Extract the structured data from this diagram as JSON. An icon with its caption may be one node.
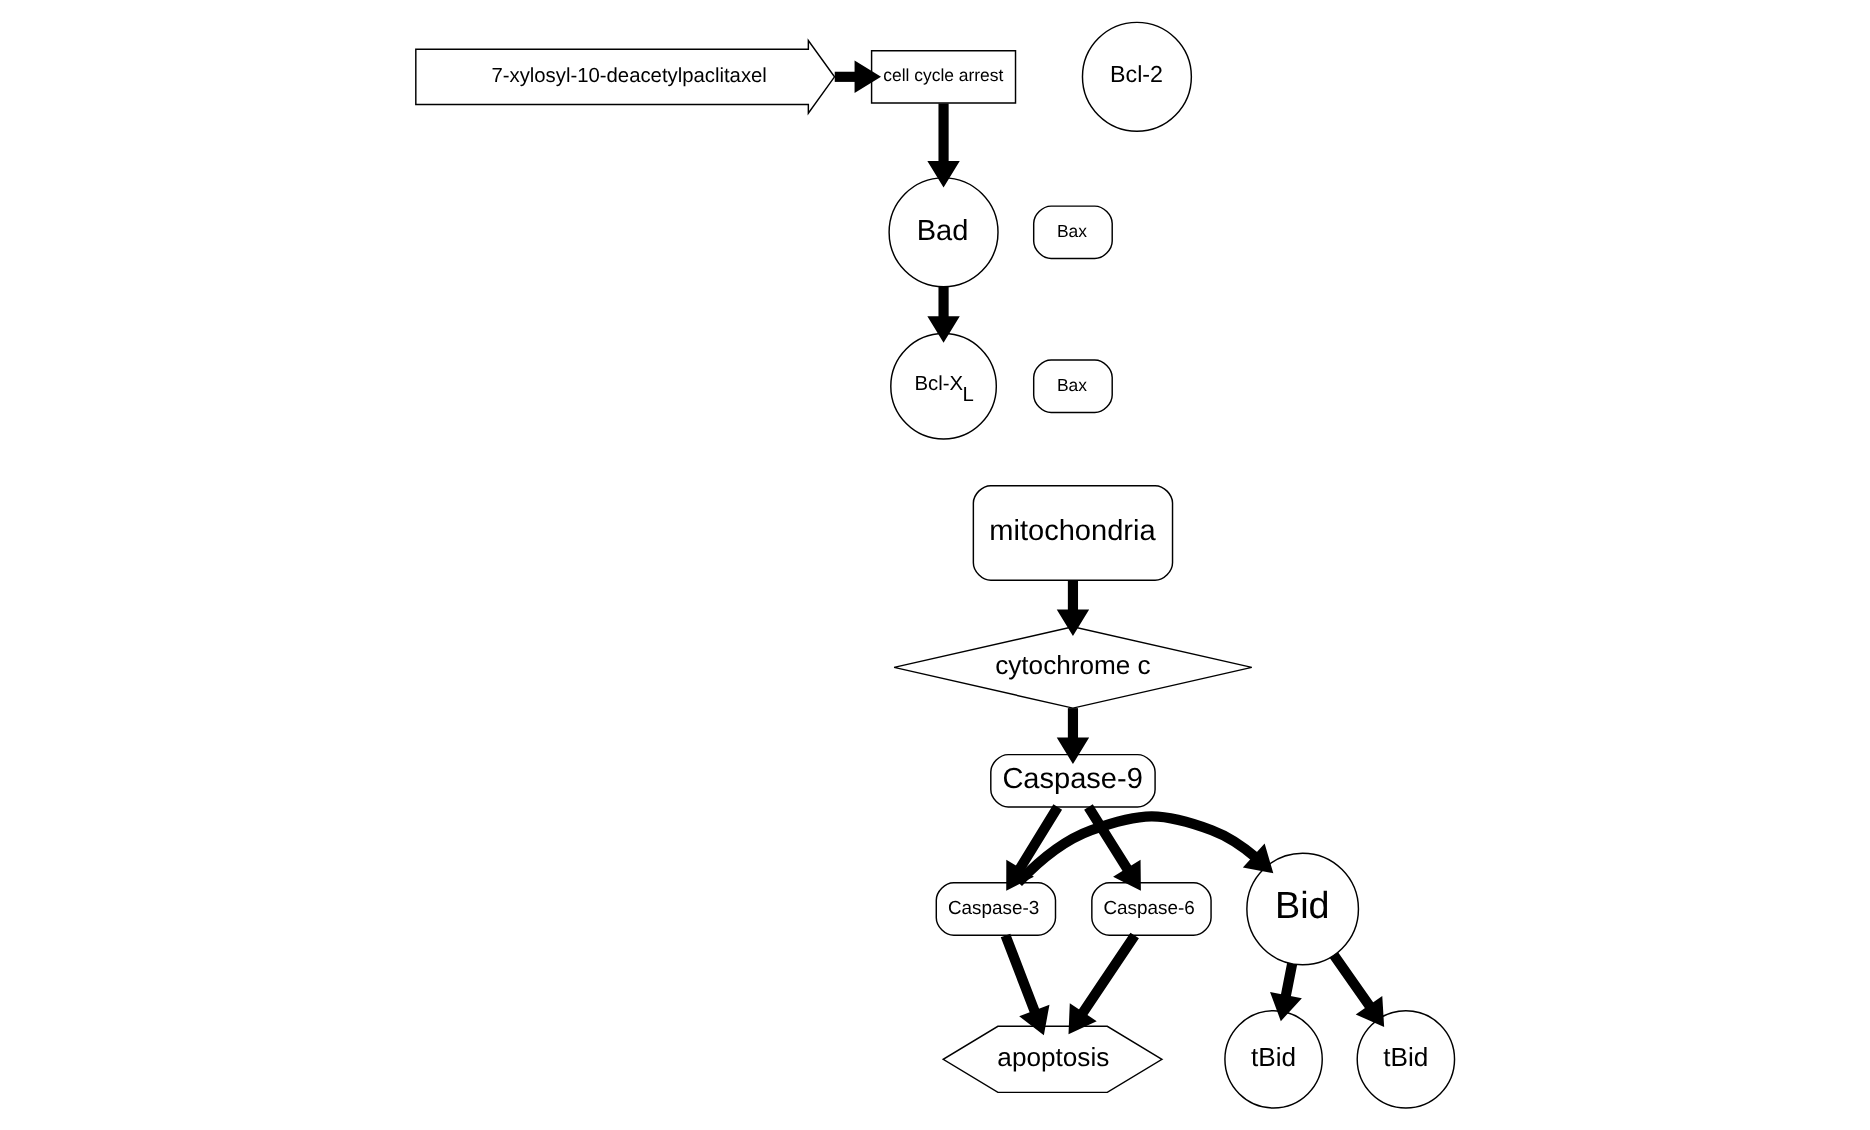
{
  "diagram": {
    "nodes": [
      {
        "text": [
          "7-xylosyl-10-deacetylpaclitaxel"
        ]
      },
      {
        "text": [
          "cell cycle arrest"
        ]
      },
      {
        "text": [
          "apoptosis"
        ]
      },
      {
        "text": [
          "Bax"
        ]
      },
      {
        "text": [
          "Bax"
        ]
      },
      {
        "text": [
          "Bad"
        ]
      },
      {
        "text": [
          "Caspase-6"
        ]
      },
      {
        "text": [
          "Caspase-3"
        ]
      },
      {
        "text": [
          "Bid"
        ]
      },
      {
        "text": [
          "tBid"
        ]
      },
      {
        "text": [
          "mitochondria"
        ]
      },
      {
        "text": [
          "Bcl-2"
        ]
      },
      {
        "text": [
          "Bcl-X$_{L}$"
        ]
      },
      {
        "text": [
          "tBid"
        ]
      },
      {
        "text": [
          "cytochrome c"
        ]
      },
      {
        "text": [
          "Caspase-9"
        ]
      }
    ],
    "edges": [
      {
        "from": 0,
        "to": 1,
        "arrow": "to"
      },
      {
        "from": 1,
        "to": 5,
        "arrow": "to"
      },
      {
        "from": 5,
        "to": 12,
        "arrow": "to"
      },
      {
        "from": 6,
        "to": 2,
        "arrow": "to"
      },
      {
        "from": 7,
        "to": 2,
        "arrow": "to"
      },
      {
        "from": 7,
        "to": 8,
        "arrow": "to"
      },
      {
        "from": 8,
        "to": 9,
        "arrow": "to"
      },
      {
        "from": 8,
        "to": 13,
        "arrow": "to"
      },
      {
        "from": 10,
        "to": 14,
        "arrow": "to"
      },
      {
        "from": 14,
        "to": 15,
        "arrow": "to"
      },
      {
        "from": 15,
        "to": 6,
        "arrow": "to"
      },
      {
        "from": 15,
        "to": 7,
        "arrow": "to"
      }
    ]
  }
}
